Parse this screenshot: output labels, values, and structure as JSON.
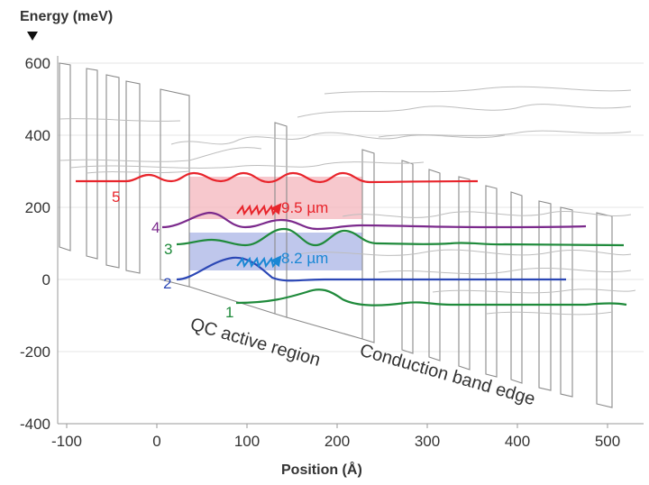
{
  "axes": {
    "y_label": "Energy (meV)",
    "x_label": "Position (Å)",
    "x_ticks": [
      -100,
      0,
      100,
      200,
      300,
      400,
      500
    ],
    "y_ticks": [
      600,
      400,
      200,
      0,
      -200,
      -400
    ],
    "x_range": [
      -110,
      540
    ],
    "y_range": [
      -400,
      600
    ]
  },
  "colors": {
    "state5": "#e8242b",
    "state4": "#7b2a8c",
    "state3": "#1f8a3b",
    "state2": "#2b47b5",
    "state1": "#1f8a3b",
    "transition_red": "#e8242b",
    "transition_blue": "#1a87d4",
    "band_red": "#f4b6bc",
    "band_blue": "#aab4e6"
  },
  "states": [
    {
      "id": "5",
      "label": "5"
    },
    {
      "id": "4",
      "label": "4"
    },
    {
      "id": "3",
      "label": "3"
    },
    {
      "id": "2",
      "label": "2"
    },
    {
      "id": "1",
      "label": "1"
    }
  ],
  "transitions": [
    {
      "label": "9.5 µm"
    },
    {
      "label": "8.2 µm"
    }
  ],
  "annotations": {
    "active_region": "QC active region",
    "band_edge": "Conduction band edge"
  }
}
